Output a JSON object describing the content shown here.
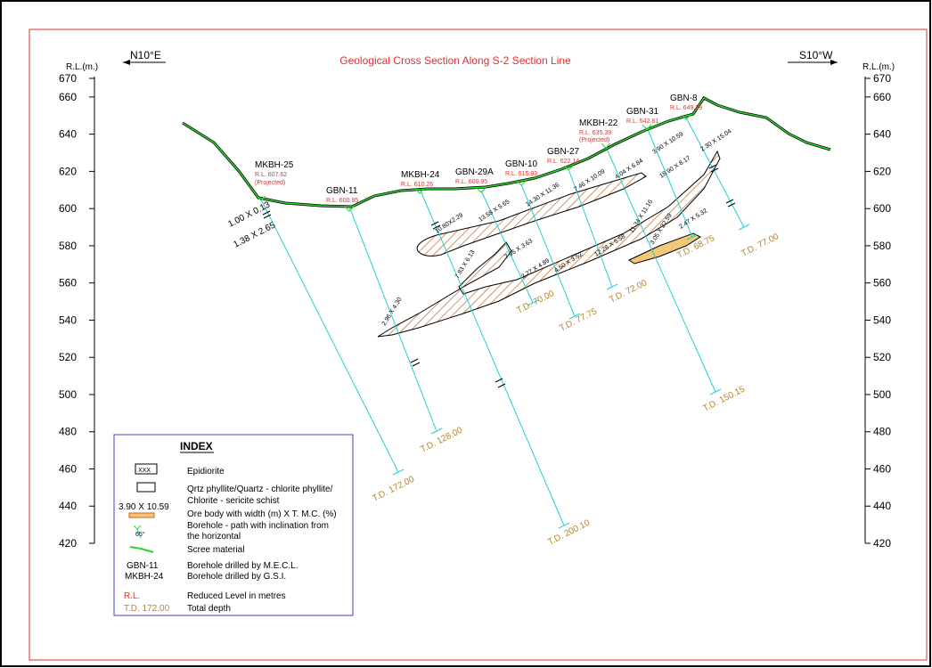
{
  "title": "Geological Cross Section Along S-2 Section Line",
  "direction_left": "N10°E",
  "direction_right": "S10°W",
  "axis_unit": "R.L.(m.)",
  "y_ticks": [
    "670",
    "660",
    "640",
    "620",
    "600",
    "580",
    "560",
    "540",
    "520",
    "500",
    "480",
    "460",
    "440",
    "420"
  ],
  "colors": {
    "frame": "#000000",
    "border": "#e03030",
    "scree": "#2bd42b",
    "orebody": "#c8641e",
    "borehole": "#22d0d0",
    "rl": "#e03030",
    "td": "#b8862b",
    "index_border": "#4040c0",
    "ore_fill": "#f2c878"
  },
  "boreholes": [
    {
      "name": "MKBH-25",
      "rl": "R.L. 607.62",
      "projected": "(Projected)",
      "td": "T.D. 172.00"
    },
    {
      "name": "GBN-11",
      "rl": "R.L. 600.95",
      "td": "T.D. 128.00"
    },
    {
      "name": "MKBH-24",
      "rl": "R.L. 610.26",
      "td": "T.D. 200.10"
    },
    {
      "name": "GBN-29A",
      "rl": "R.L. 600.95",
      "td": "T.D. 70.00"
    },
    {
      "name": "GBN-10",
      "rl": "R.L. 615.93",
      "td": "T.D. 77.75"
    },
    {
      "name": "GBN-27",
      "rl": "R.L. 622.14",
      "td": "T.D. 72.00"
    },
    {
      "name": "MKBH-22",
      "rl": "R.L. 635.39",
      "projected": "(Projected)",
      "td": "T.D. 150.15"
    },
    {
      "name": "GBN-31",
      "rl": "R.L. 642.81",
      "td": "T.D. 68.75"
    },
    {
      "name": "GBN-8",
      "rl": "R.L. 649.39",
      "td": "T.D. 77.00"
    }
  ],
  "intersections": [
    "1.00 X 0.13",
    "1.38 X 2.65",
    "2.96 X 4.30",
    "7.83 X 6.13",
    "10.80X2.29",
    "13.58 X 5.65",
    "7.95 X 3.63",
    "2.77 X 4.89",
    "14.30 X 11.36",
    "4.50 X 3.52",
    "7.46 X 10.09",
    "12.28 X 5.58",
    "4.04 X 6.84",
    "11.34 X 11.16",
    "3.90 X 10.59",
    "18.90 X 8.17",
    "2.30 X 15.04",
    "3.05 X 22.59",
    "2.47 X 5.32"
  ],
  "index": {
    "title": "INDEX",
    "items": [
      {
        "symbol": "XXX",
        "label": "Epidiorite"
      },
      {
        "label": "Qrtz phyllite/Quartz - chlorite phyllite/",
        "label2": "Chlorite - sericite schist"
      },
      {
        "symbol": "3.90 X 10.59",
        "label": "Ore body with width (m) X T. M.C. (%)"
      },
      {
        "symbol": "65°",
        "label": "Borehole - path with inclination from",
        "label2": "the  horizontal"
      },
      {
        "label": "Scree material"
      },
      {
        "symbol": "GBN-11",
        "label": "Borehole drilled by M.E.C.L."
      },
      {
        "symbol": "MKBH-24",
        "label": "Borehole drilled by G.S.I."
      },
      {
        "symbol": "R.L.",
        "label": "Reduced Level in metres"
      },
      {
        "symbol": "T.D. 172.00",
        "label": "Total depth"
      }
    ]
  }
}
